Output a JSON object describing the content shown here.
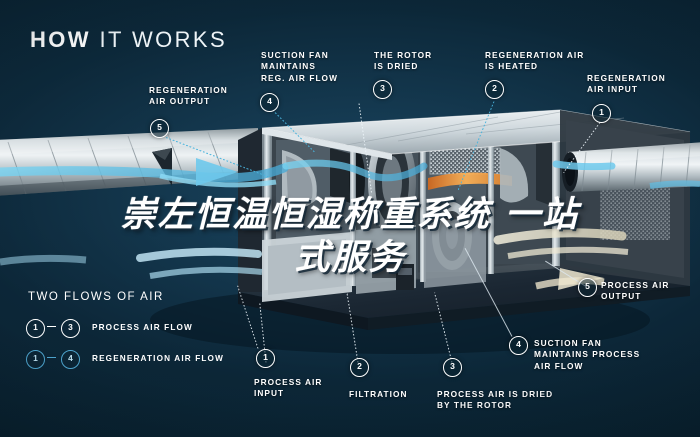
{
  "meta": {
    "bg_color": "#0a2130",
    "accent_cyan": "#49b4dd",
    "text_color": "#ffffff"
  },
  "header": {
    "title_bold": "HOW",
    "title_light": "IT WORKS"
  },
  "overlay": {
    "line1": "崇左恒温恒湿称重系统 一站",
    "line2": "式服务"
  },
  "callouts": [
    {
      "id": "c5-top",
      "num": "5",
      "text": "REGENERATION\nAIR OUTPUT",
      "align": "left"
    },
    {
      "id": "c4-top",
      "num": "4",
      "text": "SUCTION FAN\nMAINTAINS\nREG. AIR FLOW",
      "align": "left"
    },
    {
      "id": "c3-top",
      "num": "3",
      "text": "THE ROTOR\nIS DRIED",
      "align": "left"
    },
    {
      "id": "c2-top",
      "num": "2",
      "text": "REGENERATION AIR\nIS HEATED",
      "align": "left"
    },
    {
      "id": "c1-top",
      "num": "1",
      "text": "REGENERATION\nAIR INPUT",
      "align": "left"
    },
    {
      "id": "c5-right",
      "num": "5",
      "text": "PROCESS AIR\nOUTPUT",
      "align": "left"
    },
    {
      "id": "c4-right",
      "num": "4",
      "text": "SUCTION FAN\nMAINTAINS PROCESS\nAIR FLOW",
      "align": "left"
    },
    {
      "id": "c1-bot",
      "num": "1",
      "text": "PROCESS AIR\nINPUT",
      "align": "left"
    },
    {
      "id": "c2-bot",
      "num": "2",
      "text": "FILTRATION",
      "align": "left"
    },
    {
      "id": "c3-bot",
      "num": "3",
      "text": "PROCESS AIR IS DRIED\nBY THE ROTOR",
      "align": "left"
    }
  ],
  "legend": {
    "title": "TWO FLOWS OF AIR",
    "rows": [
      {
        "from": "1",
        "to": "3",
        "label": "PROCESS AIR FLOW",
        "color": "white"
      },
      {
        "from": "1",
        "to": "4",
        "label": "REGENERATION AIR FLOW",
        "color": "blue"
      }
    ]
  }
}
